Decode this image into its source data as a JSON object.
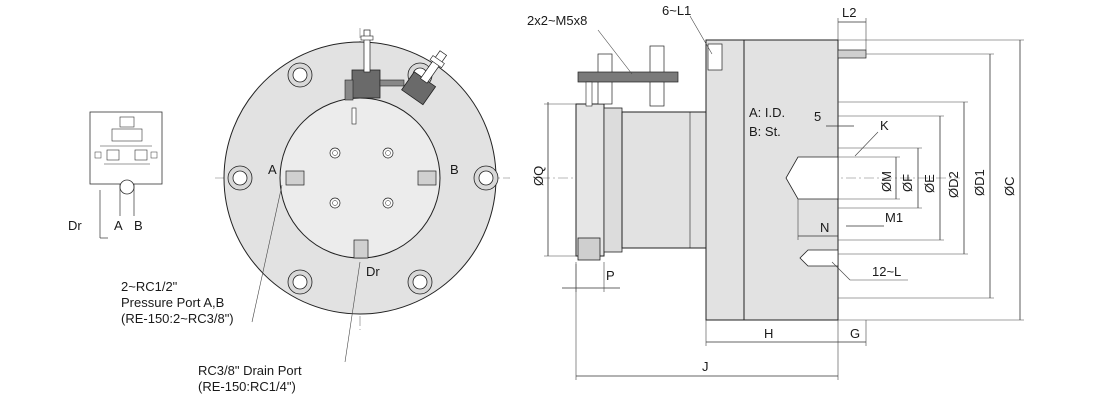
{
  "schematic": {
    "label_dr": "Dr",
    "label_a": "A",
    "label_b": "B"
  },
  "front_view": {
    "port_a": "A",
    "port_b": "B",
    "port_dr": "Dr",
    "note_pressure_line1": "2~RC1/2\"",
    "note_pressure_line2": "Pressure Port A,B",
    "note_pressure_line3": "(RE-150:2~RC3/8\")",
    "note_drain_line1": "RC3/8\" Drain Port",
    "note_drain_line2": "(RE-150:RC1/4\")"
  },
  "side_view": {
    "screws": "2x2~M5x8",
    "top_holes": "6~L1",
    "legend_a": "A: I.D.",
    "legend_b": "B: St.",
    "dim_l2": "L2",
    "dim_5": "5",
    "dim_k": "K",
    "dim_q": "ØQ",
    "dim_m": "ØM",
    "dim_f": "ØF",
    "dim_e": "ØE",
    "dim_d2": "ØD2",
    "dim_d1": "ØD1",
    "dim_c": "ØC",
    "dim_n": "N",
    "dim_m1": "M1",
    "dim_12l": "12~L",
    "dim_p": "P",
    "dim_h": "H",
    "dim_g": "G",
    "dim_j": "J"
  },
  "colors": {
    "body_fill": "#e2e2e2",
    "face_fill": "#ececec",
    "line": "#222222",
    "dark_part": "#555555"
  }
}
